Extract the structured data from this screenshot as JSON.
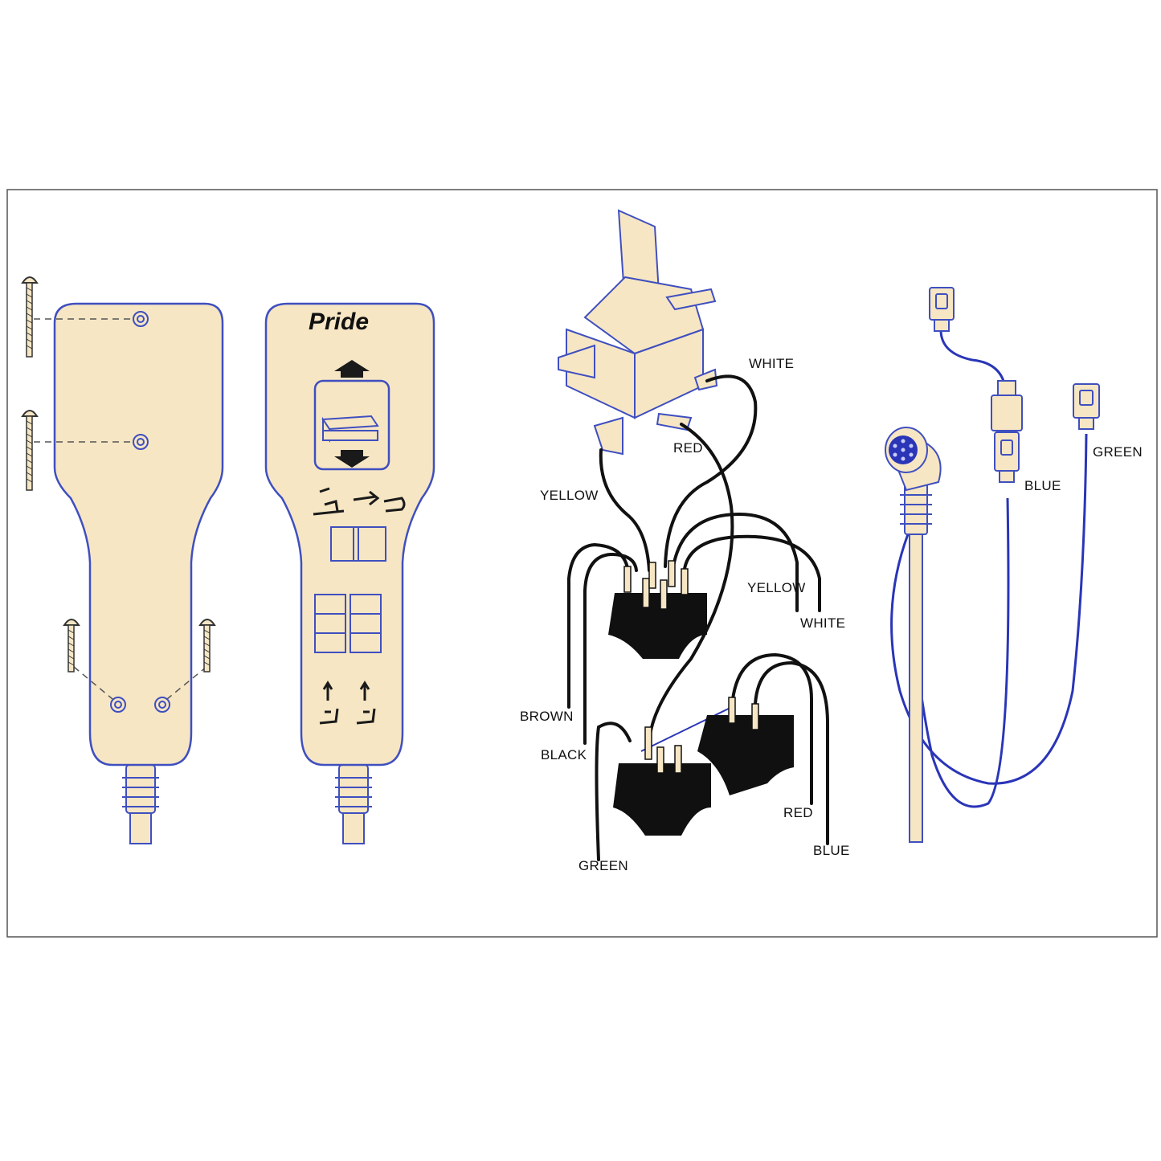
{
  "colors": {
    "body_fill": "#F6E6C4",
    "outline": "#3F4FBF",
    "wire_black": "#111111",
    "wire_blue": "#2A35B8",
    "switch_black": "#101010",
    "frame": "#555555"
  },
  "handset_front": {
    "brand": "Pride",
    "icons": [
      "up-arrow-icon",
      "rocker-switch-icon",
      "down-arrow-icon",
      "recline-icon",
      "lift-icon"
    ]
  },
  "wiring": {
    "labels": {
      "white_top": "WHITE",
      "red_top": "RED",
      "yellow_left": "YELLOW",
      "yellow_right": "YELLOW",
      "white_right": "WHITE",
      "brown": "BROWN",
      "black": "BLACK",
      "red_bottom": "RED",
      "blue_bottom": "BLUE",
      "green_bottom": "GREEN"
    }
  },
  "connector": {
    "labels": {
      "blue": "BLUE",
      "green": "GREEN"
    }
  }
}
